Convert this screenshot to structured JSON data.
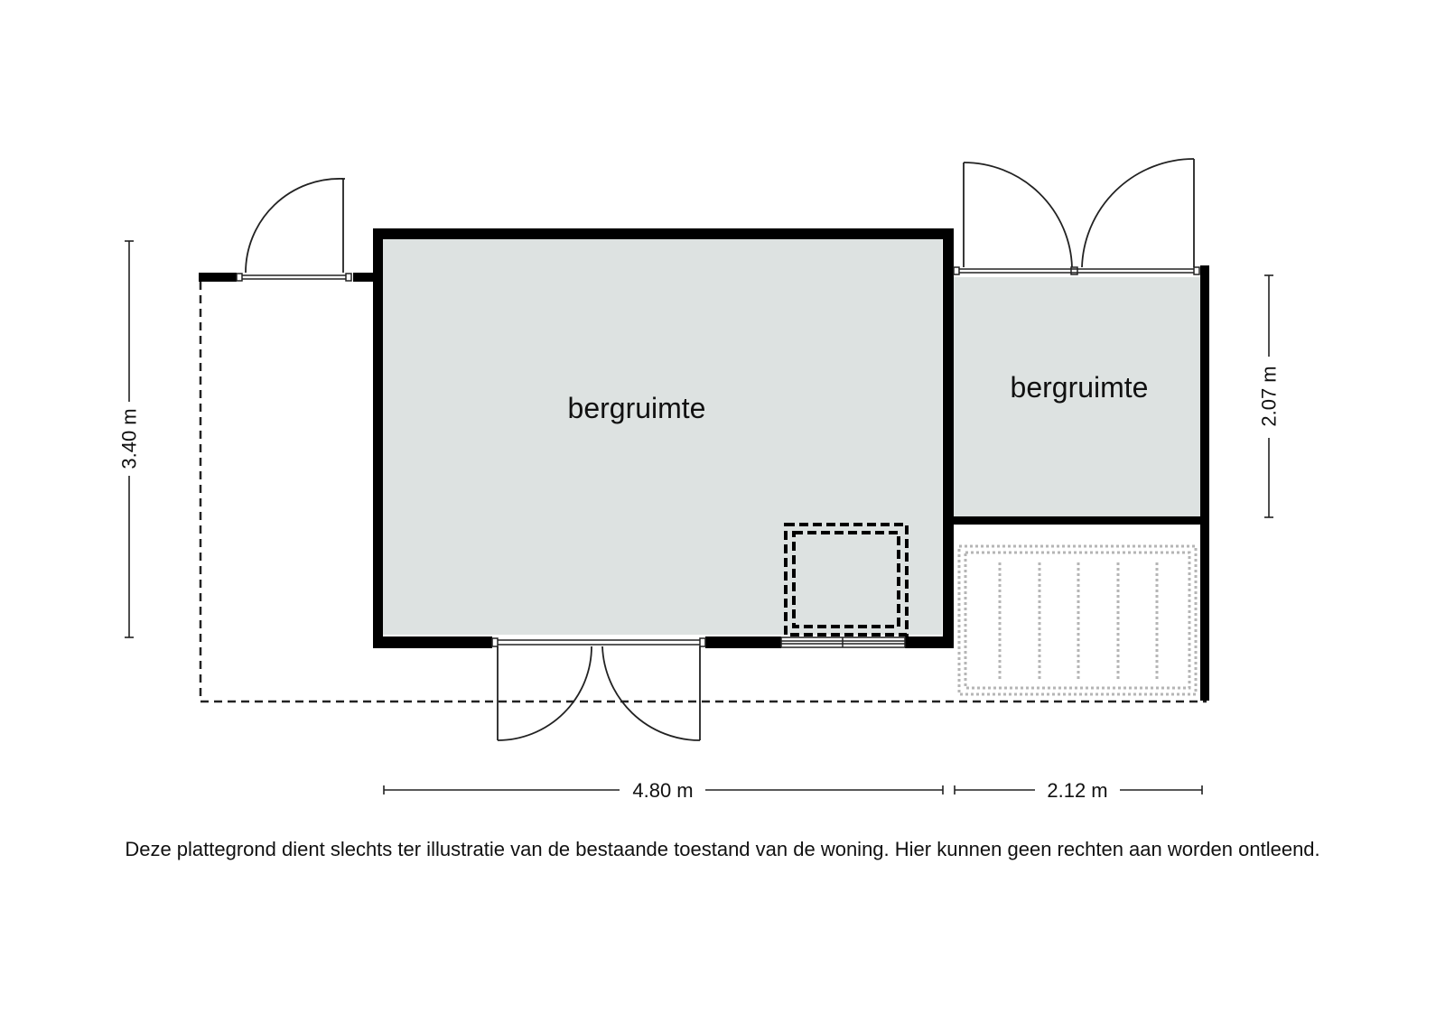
{
  "rooms": [
    {
      "label": "bergruimte"
    },
    {
      "label": "bergruimte"
    }
  ],
  "dimensions": {
    "height_left": "3.40 m",
    "height_right": "2.07 m",
    "width_main": "4.80 m",
    "width_side": "2.12 m"
  },
  "disclaimer": "Deze plattegrond dient slechts ter illustratie van de bestaande toestand van de woning. Hier kunnen geen rechten aan worden ontleend.",
  "colors": {
    "floor": "#dde2e1",
    "wall": "#000000",
    "line": "#222222",
    "stair": "#b5b5b5"
  }
}
